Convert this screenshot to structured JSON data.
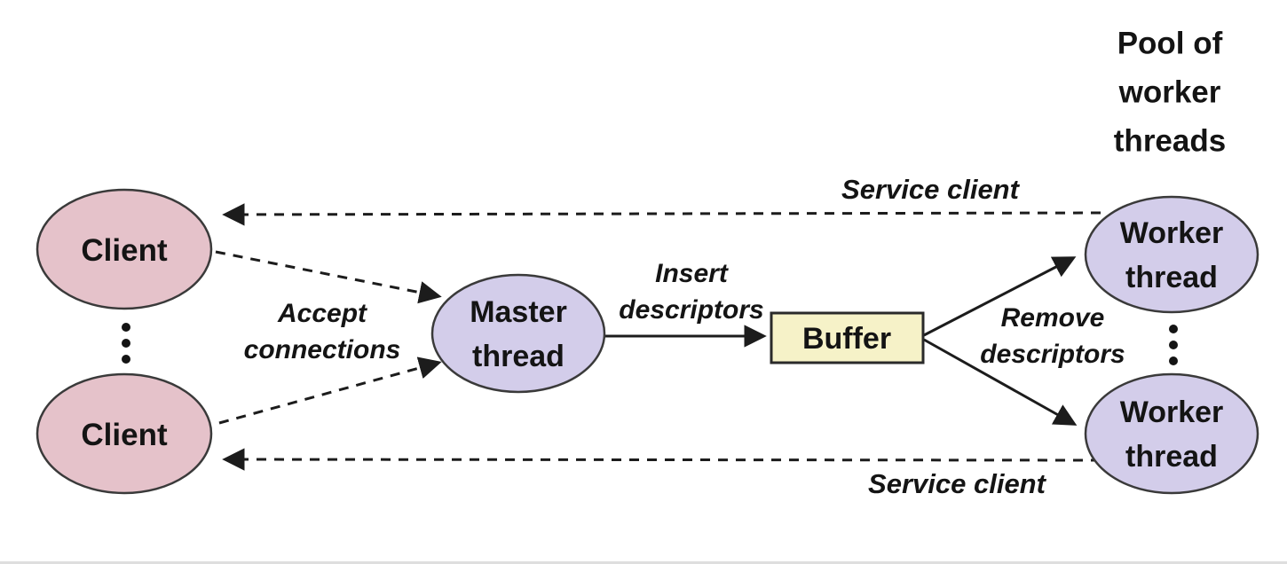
{
  "colors": {
    "client_fill": "#e5c2ca",
    "thread_fill": "#d3cdea",
    "buffer_fill": "#f6f2c8",
    "outline": "#3a3a3a",
    "arrow": "#1c1c1c",
    "text": "#141414",
    "background": "#ffffff"
  },
  "nodes": {
    "client_top": {
      "label": "Client"
    },
    "client_bottom": {
      "label": "Client"
    },
    "master": {
      "label": "Master\nthread"
    },
    "buffer": {
      "label": "Buffer"
    },
    "worker_top": {
      "label": "Worker\nthread"
    },
    "worker_bottom": {
      "label": "Worker\nthread"
    }
  },
  "annotations": {
    "pool_caption": "Pool of\nworker\nthreads",
    "service_client_top": "Service client",
    "service_client_bottom": "Service client",
    "accept_connections": "Accept\nconnections",
    "insert_descriptors": "Insert\ndescriptors",
    "remove_descriptors": "Remove\ndescriptors"
  }
}
